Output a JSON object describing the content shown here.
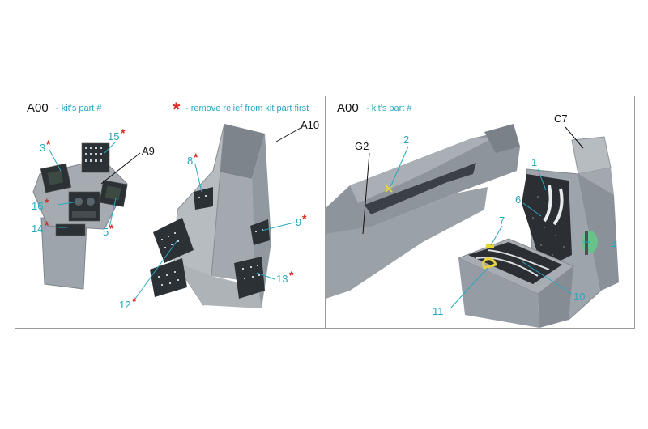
{
  "colors": {
    "callout": "#2aa7bf",
    "star": "#d82a20",
    "kit_part": "#9ea4ab",
    "panel_dark": "#2c3136",
    "seat_cushion": "#2b2f33",
    "border": "#9a9a9a"
  },
  "left_panel": {
    "legend_code": "A00",
    "legend_text": "- kit's part #",
    "warning_star": "*",
    "warning_text": "- remove relief from kit part first",
    "labels": {
      "n3": "3",
      "n15": "15",
      "a9": "A9",
      "n16": "16",
      "n14": "14",
      "n5": "5",
      "n8": "8",
      "a10": "A10",
      "n9": "9",
      "n12": "12",
      "n13": "13"
    },
    "star": "*"
  },
  "right_panel": {
    "legend_code": "A00",
    "legend_text": "- kit's part #",
    "labels": {
      "c7": "C7",
      "g2": "G2",
      "n2": "2",
      "n1": "1",
      "n6": "6",
      "n7": "7",
      "n4": "4",
      "n10": "10",
      "n11": "11"
    }
  }
}
